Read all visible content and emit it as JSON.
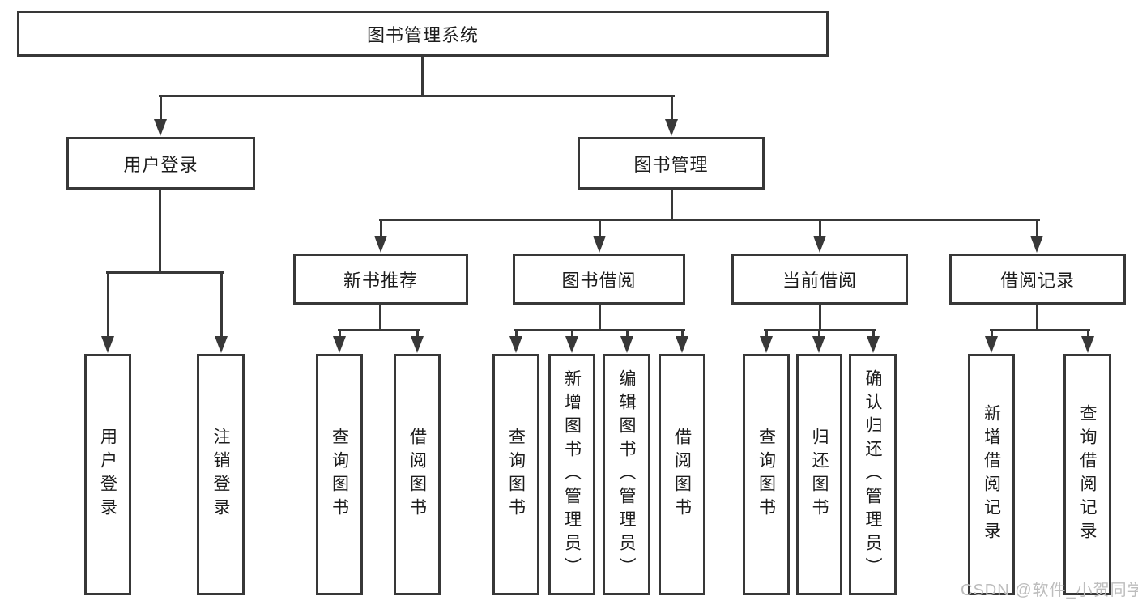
{
  "title": "图书管理系统",
  "nodes": {
    "root": {
      "label": "图书管理系统"
    },
    "user_login": {
      "label": "用户登录",
      "children": [
        {
          "label": "用户登录"
        },
        {
          "label": "注销登录"
        }
      ]
    },
    "book_mgmt": {
      "label": "图书管理",
      "children": [
        {
          "label": "新书推荐",
          "children": [
            {
              "label": "查询图书"
            },
            {
              "label": "借阅图书"
            }
          ]
        },
        {
          "label": "图书借阅",
          "children": [
            {
              "label": "查询图书"
            },
            {
              "label": "新增图书（管理员）"
            },
            {
              "label": "编辑图书（管理员）"
            },
            {
              "label": "借阅图书"
            }
          ]
        },
        {
          "label": "当前借阅",
          "children": [
            {
              "label": "查询图书"
            },
            {
              "label": "归还图书"
            },
            {
              "label": "确认归还（管理员）"
            }
          ]
        },
        {
          "label": "借阅记录",
          "children": [
            {
              "label": "新增借阅记录"
            },
            {
              "label": "查询借阅记录"
            }
          ]
        }
      ]
    }
  },
  "watermark": {
    "text": "CSDN @软件_小贺同学"
  },
  "colors": {
    "line": "#383838",
    "text": "#1c1c1c",
    "background": "#ffffff",
    "watermark": "#bdbdbd"
  }
}
